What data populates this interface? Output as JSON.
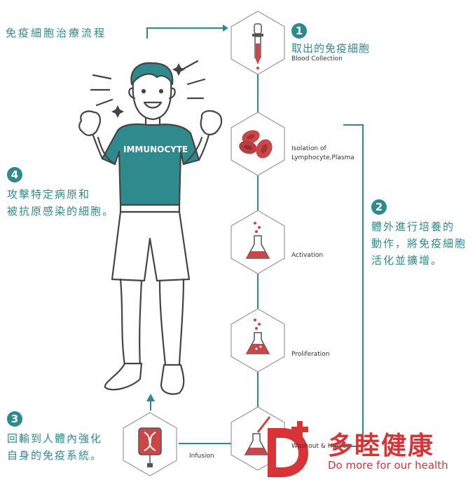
{
  "title": "免疫細胞治療流程",
  "steps": [
    {
      "number": "1",
      "title_cn": "取出的免疫細胞",
      "title_en": "Blood Collection"
    },
    {
      "number": "2",
      "lines": [
        "體外進行培養的",
        "動作，將免疫細胞",
        "活化並擴增。"
      ]
    },
    {
      "number": "3",
      "lines": [
        "回輸到人體內強化",
        "自身的免疫系統。"
      ]
    },
    {
      "number": "4",
      "lines": [
        "攻擊特定病原和",
        "被抗原感染的細胞。"
      ]
    }
  ],
  "stage_labels": {
    "isolation_line1": "Isolation of",
    "isolation_line2": "Lymphocyte,Plasma",
    "activation": "Activation",
    "proliferation": "Proliferation",
    "harvest": "Washout & Harve",
    "infusion": "Infusion"
  },
  "shirt_text": "IMMUNOCYTE",
  "logo": {
    "brand": "多睦健康",
    "slogan": "Do more for our health"
  },
  "colors": {
    "accent": "#2e8a8c",
    "brand_red": "#d83438",
    "stroke": "#444444"
  }
}
